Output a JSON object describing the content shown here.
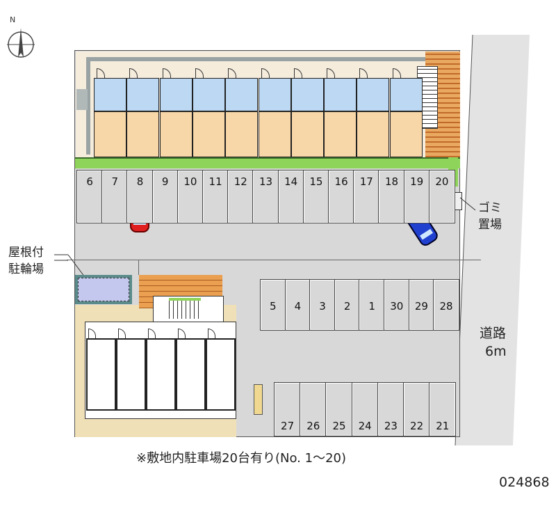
{
  "site": {
    "top_row_spots": [
      "6",
      "7",
      "8",
      "9",
      "10",
      "11",
      "12",
      "13",
      "14",
      "15",
      "16",
      "17",
      "18",
      "19",
      "20"
    ],
    "middle_row_spots": [
      "5",
      "4",
      "3",
      "2",
      "1",
      "30",
      "29",
      "28"
    ],
    "bottom_row_spots": [
      "27",
      "26",
      "25",
      "24",
      "23",
      "22",
      "21"
    ]
  },
  "labels": {
    "garbage_line1": "ゴミ",
    "garbage_line2": "置場",
    "bike_line1": "屋根付",
    "bike_line2": "駐輪場",
    "road_line1": "道路",
    "road_line2": "6m",
    "caption": "※敷地内駐車場20台有り(No. 1～20)",
    "property_id": "024868",
    "compass_letter": "N"
  },
  "colors": {
    "lot": "#d8d8d8",
    "road": "#e3e3e3",
    "unit_blue": "#bcd8f2",
    "unit_orange": "#f7d6a8",
    "hedge": "#8fd45a",
    "brick": "#d98a3a",
    "beige": "#efe0b8",
    "red_car": "#e02020",
    "blue_car": "#2040d0"
  }
}
